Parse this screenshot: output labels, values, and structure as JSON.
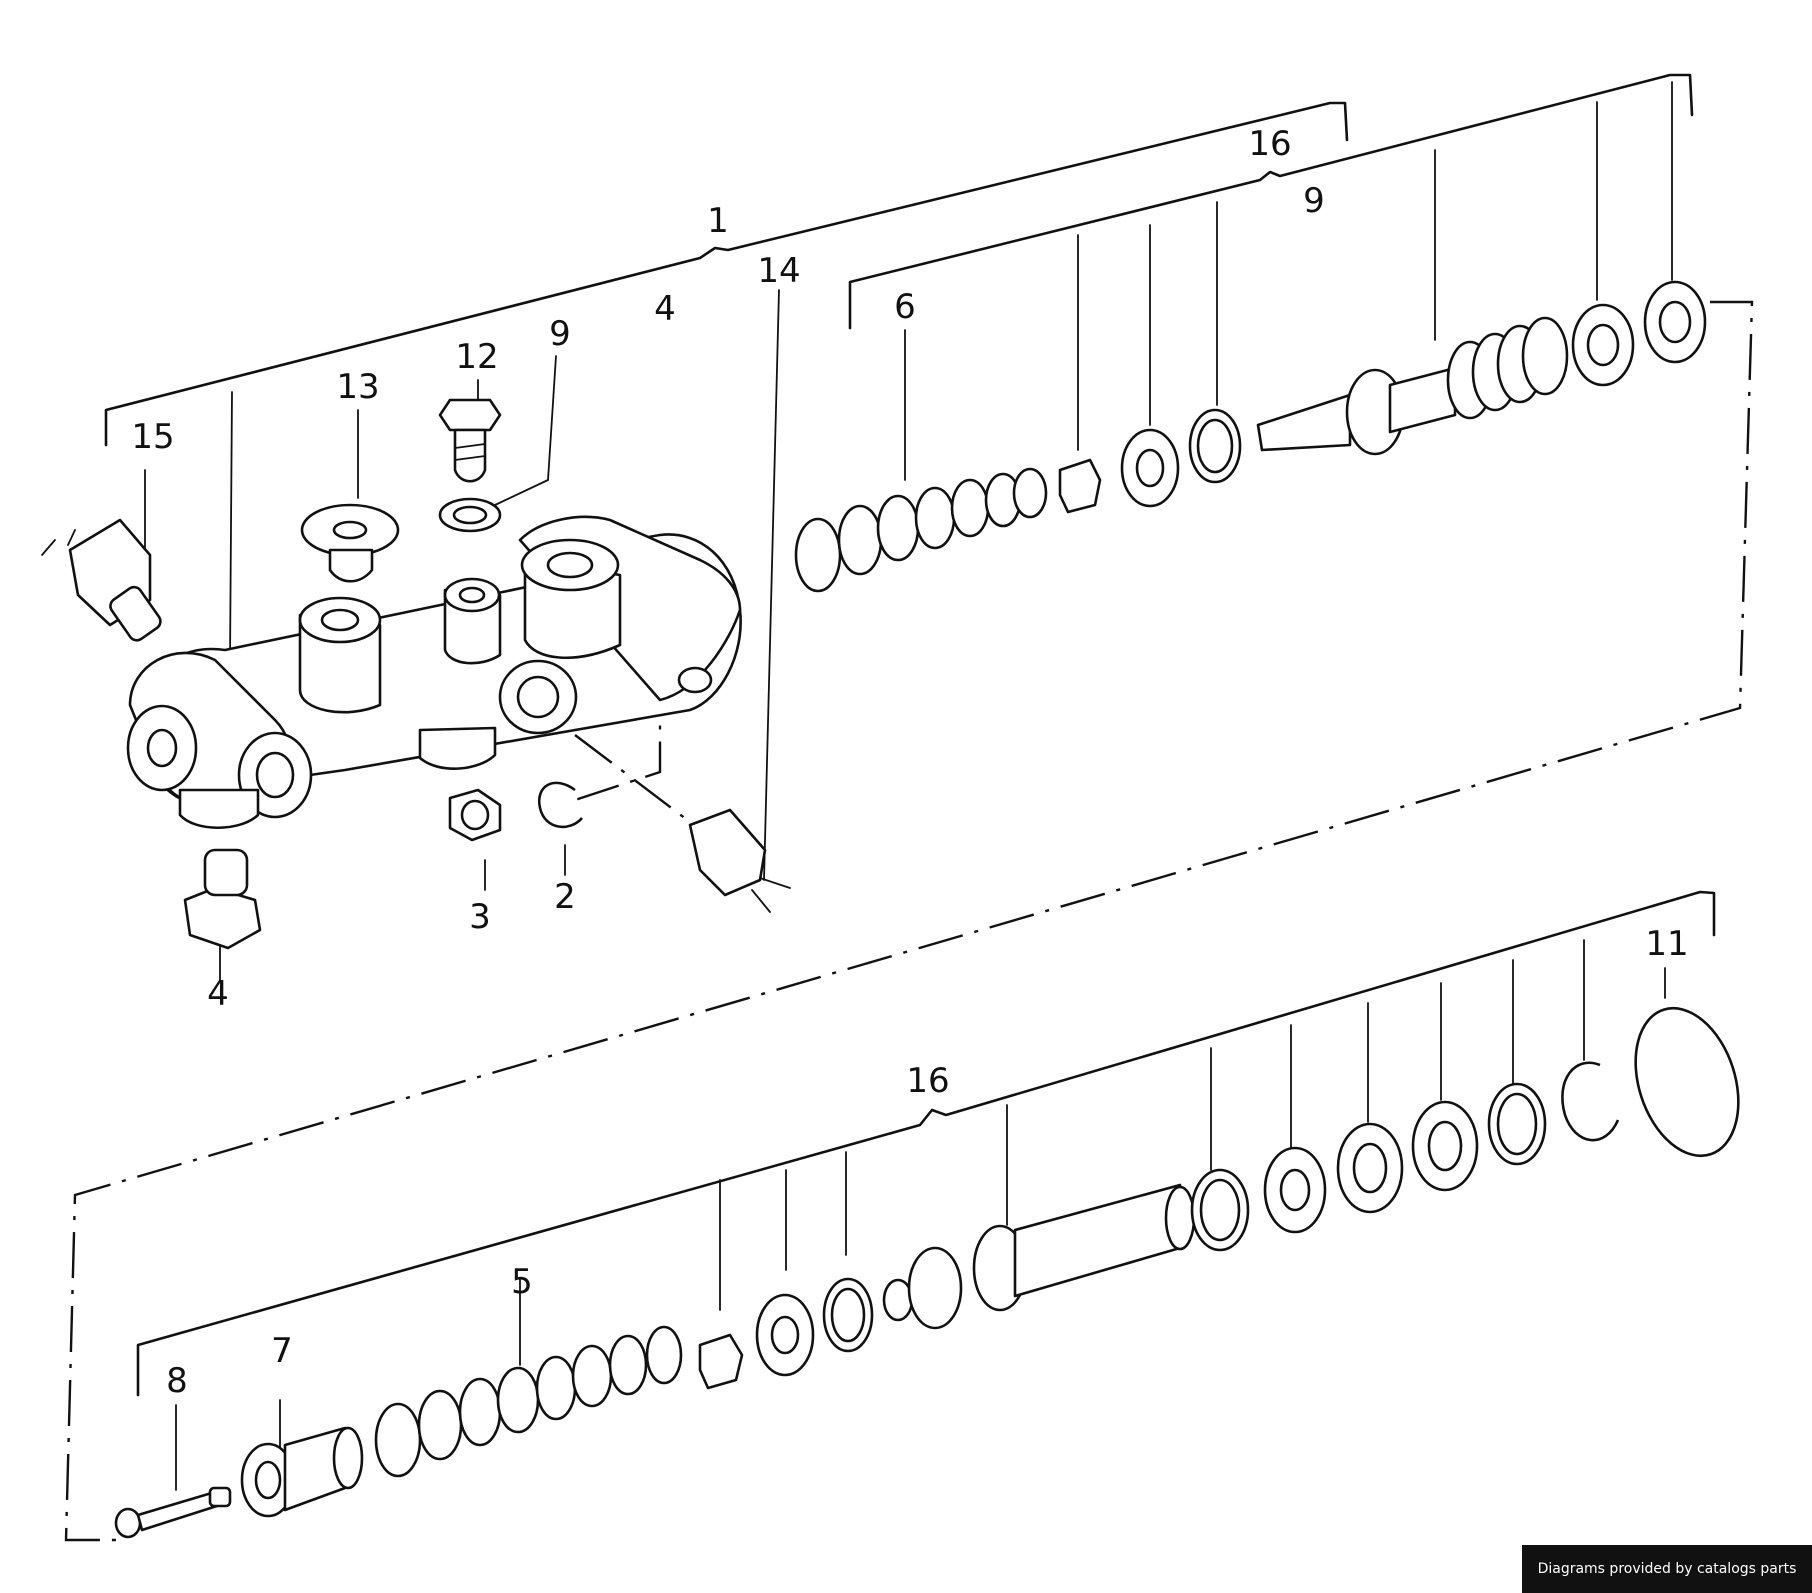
{
  "diagram": {
    "callouts": {
      "c1": "1",
      "c2": "2",
      "c3": "3",
      "c4a": "4",
      "c4b": "4",
      "c5": "5",
      "c6": "6",
      "c7": "7",
      "c8": "8",
      "c9a": "9",
      "c9b": "9",
      "c11": "11",
      "c12": "12",
      "c13": "13",
      "c14": "14",
      "c15": "15",
      "c16a": "16",
      "c16b": "16"
    }
  },
  "footer": {
    "credit": "Diagrams provided by catalogs parts"
  }
}
